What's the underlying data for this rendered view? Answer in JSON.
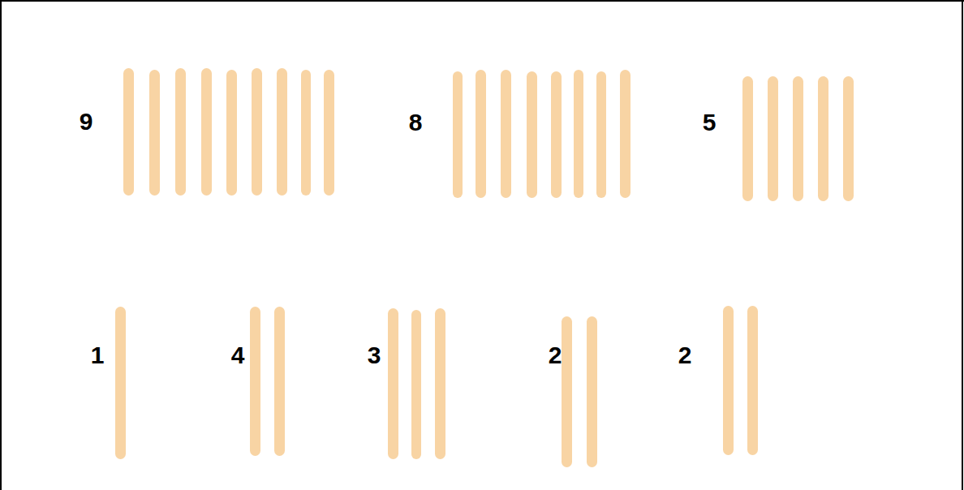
{
  "diagram": {
    "labels": [
      "9",
      "8",
      "5",
      "1",
      "4",
      "3",
      "2",
      "2"
    ]
  }
}
